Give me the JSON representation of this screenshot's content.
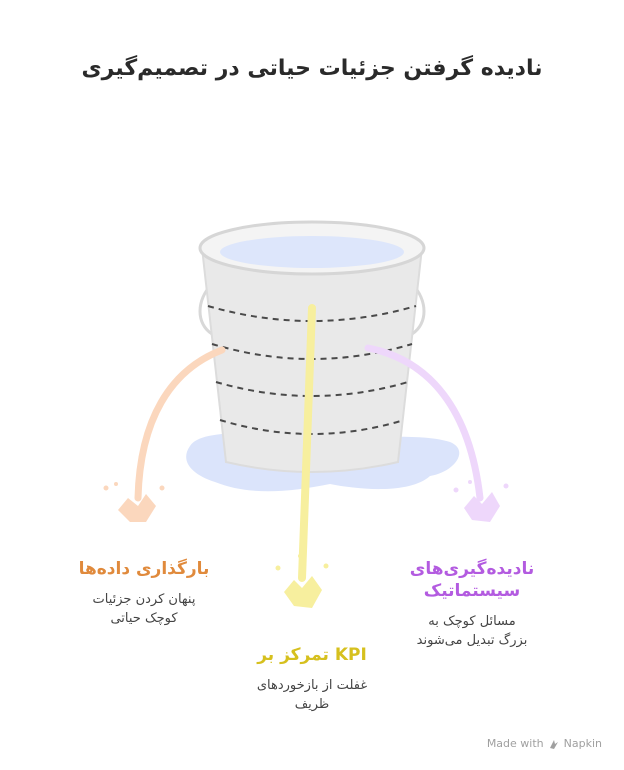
{
  "title": "نادیده گرفتن جزئیات حیاتی در تصمیم‌گیری",
  "items": [
    {
      "heading": "بارگذاری داده‌ها",
      "body": "پنهان کردن جزئیات\nکوچک حیاتی",
      "color": "#e08a3c",
      "stream_color": "#fbd7bd"
    },
    {
      "heading": "KPI تمرکز بر",
      "body": "غفلت از بازخوردهای\nظریف",
      "color": "#d6c01e",
      "stream_color": "#f7ef9e"
    },
    {
      "heading": "نادیده‌گیری‌های\nسیستماتیک",
      "body": "مسائل کوچک به\nبزرگ تبدیل می‌شوند",
      "color": "#b35be0",
      "stream_color": "#eed7fb"
    }
  ],
  "footer": {
    "text": "Made with",
    "brand": "Napkin"
  }
}
